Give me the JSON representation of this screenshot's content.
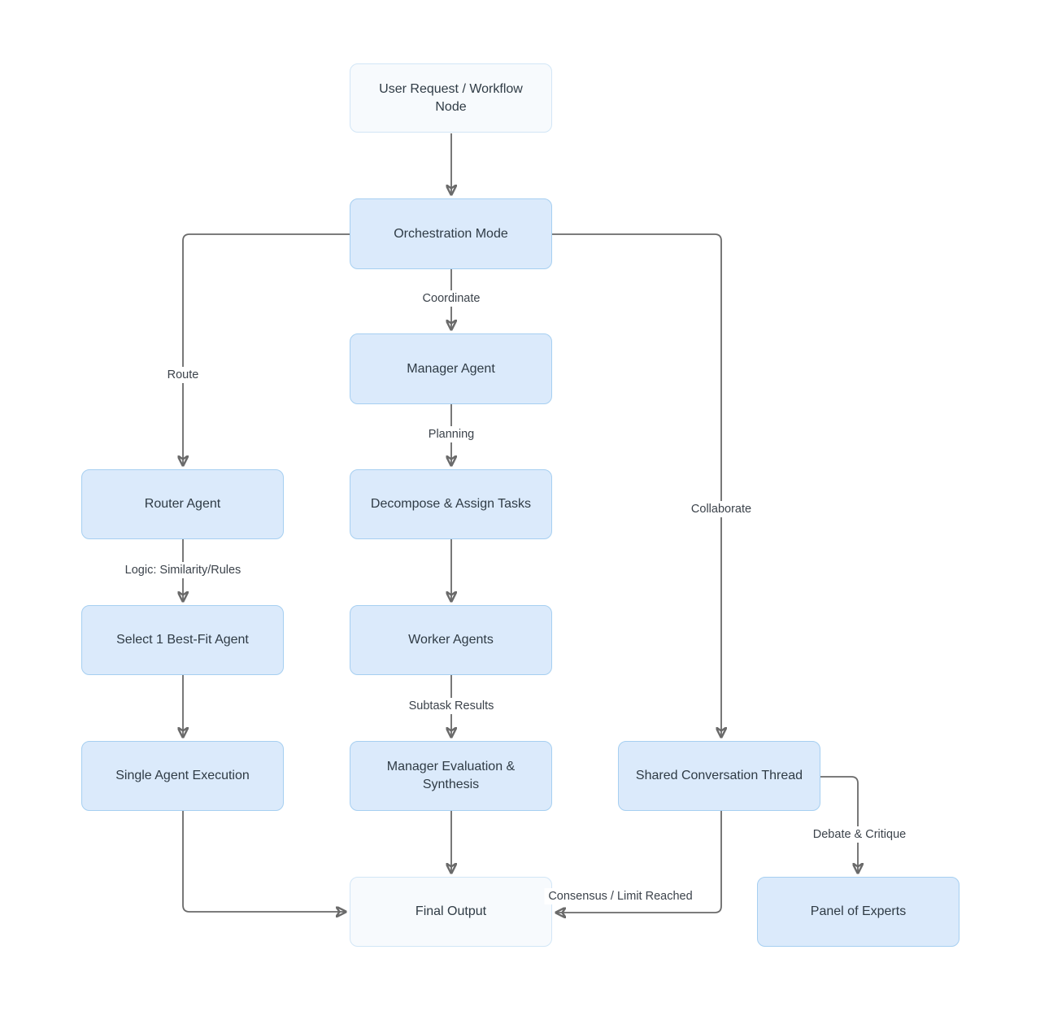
{
  "diagram": {
    "type": "flowchart",
    "nodes": [
      {
        "id": "user-request",
        "label": "User Request / Workflow Node",
        "variant": "light"
      },
      {
        "id": "orchestration-mode",
        "label": "Orchestration Mode",
        "variant": "blue"
      },
      {
        "id": "manager-agent",
        "label": "Manager Agent",
        "variant": "blue"
      },
      {
        "id": "decompose-assign",
        "label": "Decompose & Assign Tasks",
        "variant": "blue"
      },
      {
        "id": "worker-agents",
        "label": "Worker Agents",
        "variant": "blue"
      },
      {
        "id": "manager-evaluation",
        "label": "Manager Evaluation & Synthesis",
        "variant": "blue"
      },
      {
        "id": "final-output",
        "label": "Final Output",
        "variant": "light"
      },
      {
        "id": "router-agent",
        "label": "Router Agent",
        "variant": "blue"
      },
      {
        "id": "select-best-fit",
        "label": "Select 1 Best-Fit Agent",
        "variant": "blue"
      },
      {
        "id": "single-agent-exec",
        "label": "Single Agent Execution",
        "variant": "blue"
      },
      {
        "id": "shared-thread",
        "label": "Shared Conversation Thread",
        "variant": "blue"
      },
      {
        "id": "panel-of-experts",
        "label": "Panel of Experts",
        "variant": "blue"
      }
    ],
    "edges": [
      {
        "from": "user-request",
        "to": "orchestration-mode",
        "label": ""
      },
      {
        "from": "orchestration-mode",
        "to": "manager-agent",
        "label": "Coordinate"
      },
      {
        "from": "orchestration-mode",
        "to": "router-agent",
        "label": "Route"
      },
      {
        "from": "orchestration-mode",
        "to": "shared-thread",
        "label": "Collaborate"
      },
      {
        "from": "manager-agent",
        "to": "decompose-assign",
        "label": "Planning"
      },
      {
        "from": "decompose-assign",
        "to": "worker-agents",
        "label": ""
      },
      {
        "from": "worker-agents",
        "to": "manager-evaluation",
        "label": "Subtask Results"
      },
      {
        "from": "manager-evaluation",
        "to": "final-output",
        "label": ""
      },
      {
        "from": "router-agent",
        "to": "select-best-fit",
        "label": "Logic: Similarity/Rules"
      },
      {
        "from": "select-best-fit",
        "to": "single-agent-exec",
        "label": ""
      },
      {
        "from": "single-agent-exec",
        "to": "final-output",
        "label": ""
      },
      {
        "from": "shared-thread",
        "to": "final-output",
        "label": "Consensus / Limit Reached"
      },
      {
        "from": "shared-thread",
        "to": "panel-of-experts",
        "label": "Debate & Critique"
      }
    ],
    "colors": {
      "background": "#ffffff",
      "node_fill": "#dbeafb",
      "node_border": "#a6cff1",
      "node_light_fill": "#f7fafd",
      "node_light_border": "#d2e6f6",
      "edge": "#6a6a6a",
      "text": "#2f3b45"
    }
  }
}
